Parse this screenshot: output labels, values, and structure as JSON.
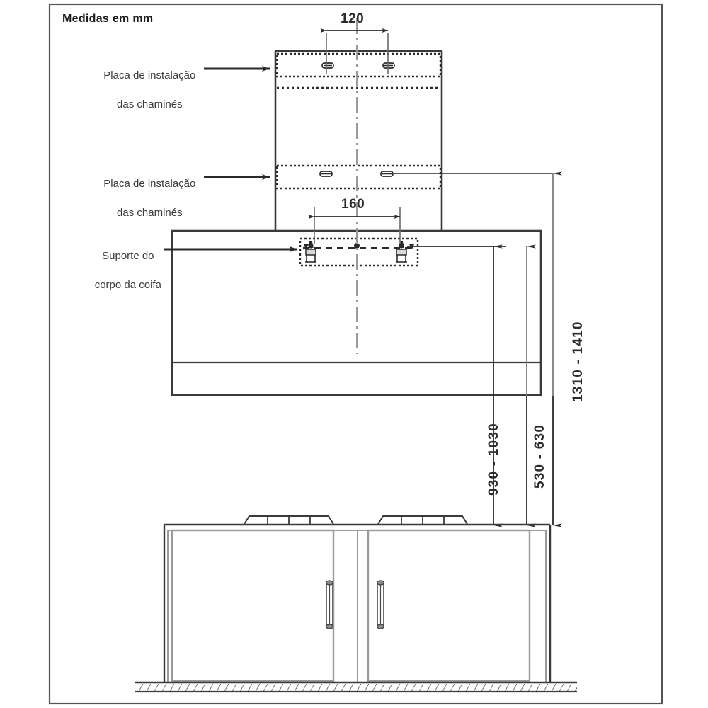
{
  "diagram": {
    "title": "Medidas em mm",
    "units_note": "Medidas em mm",
    "callouts": [
      {
        "id": "chimney-plate-upper",
        "line1": "Placa de instalação",
        "line2": "das chaminés"
      },
      {
        "id": "chimney-plate-lower",
        "line1": "Placa de instalação",
        "line2": "das chaminés"
      },
      {
        "id": "hood-body-support",
        "line1": "Suporte do",
        "line2": "corpo da coifa"
      }
    ],
    "horizontal_dimensions": [
      {
        "id": "top-plate-hole-spacing",
        "value": "120"
      },
      {
        "id": "hood-support-hole-spacing",
        "value": "160"
      }
    ],
    "vertical_dimensions": [
      {
        "id": "total-height-range",
        "value": "1310 - 1410"
      },
      {
        "id": "hood-bottom-to-cooktop",
        "value": "930 - 1030"
      },
      {
        "id": "support-to-cooktop",
        "value": "530 - 630"
      }
    ],
    "colors": {
      "line": "#3a3a3a",
      "line_dark": "#2a2a2a",
      "line_grey": "#8c8c8c",
      "text": "#2b2b2b",
      "background": "#ffffff",
      "border": "#555555"
    }
  }
}
